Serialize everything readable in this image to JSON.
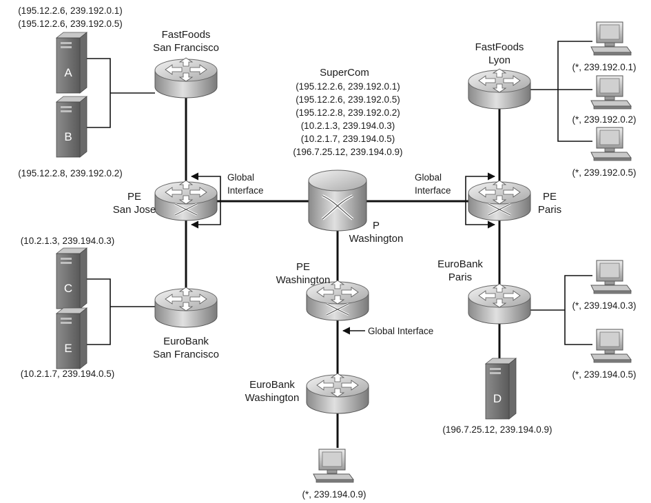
{
  "routers": {
    "fastfoods_sf": [
      "FastFoods",
      "San Francisco"
    ],
    "fastfoods_lyon": [
      "FastFoods",
      "Lyon"
    ],
    "pe_sanjose": [
      "PE",
      "San Jose"
    ],
    "pe_paris": [
      "PE",
      "Paris"
    ],
    "p_washington": [
      "P",
      "Washington"
    ],
    "pe_washington": [
      "PE",
      "Washington"
    ],
    "eurobank_sf": [
      "EuroBank",
      "San Francisco"
    ],
    "eurobank_paris": [
      "EuroBank",
      "Paris"
    ],
    "eurobank_washington": [
      "EuroBank",
      "Washington"
    ]
  },
  "supercom": {
    "title": "SuperCom",
    "entries": [
      "(195.12.2.6, 239.192.0.1)",
      "(195.12.2.6, 239.192.0.5)",
      "(195.12.2.8, 239.192.0.2)",
      "(10.2.1.3, 239.194.0.3)",
      "(10.2.1.7, 239.194.0.5)",
      "(196.7.25.12, 239.194.0.9)"
    ]
  },
  "servers": {
    "A": "A",
    "B": "B",
    "C": "C",
    "E": "E",
    "D": "D"
  },
  "addresses": {
    "server_a_1": "(195.12.2.6, 239.192.0.1)",
    "server_a_2": "(195.12.2.6, 239.192.0.5)",
    "server_b": "(195.12.2.8, 239.192.0.2)",
    "server_c": "(10.2.1.3, 239.194.0.3)",
    "server_e": "(10.2.1.7, 239.194.0.5)",
    "server_d": "(196.7.25.12, 239.194.0.9)",
    "pc_lyon_1": "(*, 239.192.0.1)",
    "pc_lyon_2": "(*, 239.192.0.2)",
    "pc_lyon_3": "(*, 239.192.0.5)",
    "pc_paris_1": "(*, 239.194.0.3)",
    "pc_paris_2": "(*, 239.194.0.5)",
    "pc_washington": "(*, 239.194.0.9)"
  },
  "interfaces": {
    "sanjose": [
      "Global",
      "Interface"
    ],
    "paris": [
      "Global",
      "Interface"
    ],
    "washington": "Global Interface"
  }
}
